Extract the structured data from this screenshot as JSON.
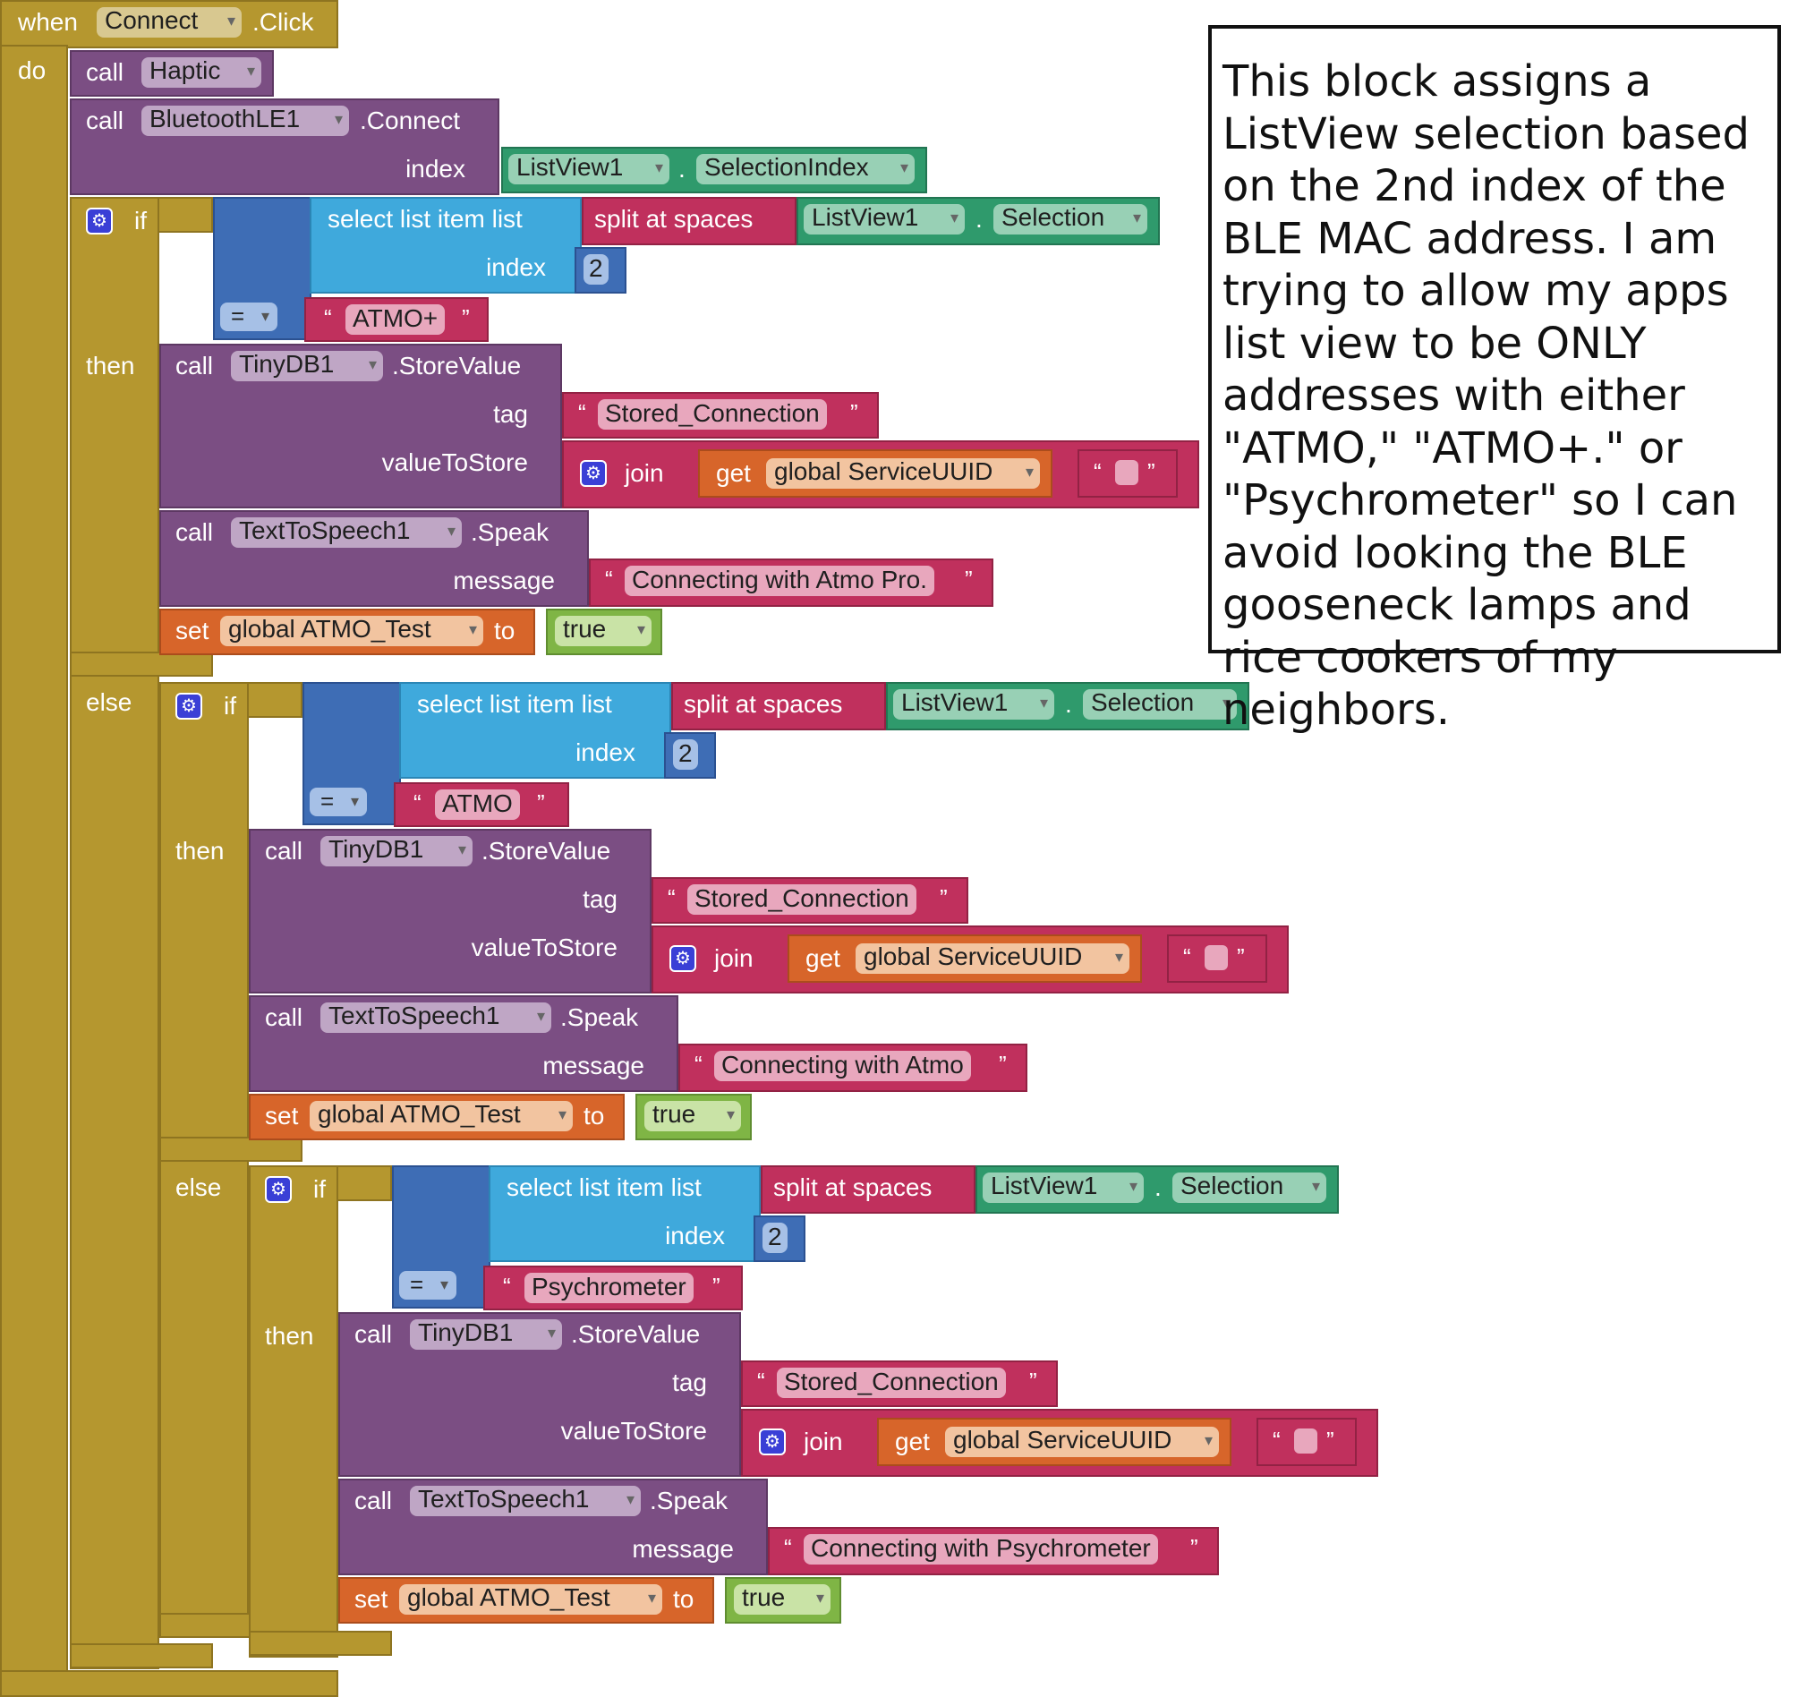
{
  "event": {
    "when": "when",
    "component": "Connect",
    "event": ".Click",
    "do": "do"
  },
  "kw": {
    "call": "call",
    "if": "if",
    "then": "then",
    "else": "else",
    "set": "set",
    "to": "to",
    "get": "get",
    "join": "join",
    "index": "index",
    "tag": "tag",
    "valueToStore": "valueToStore",
    "message": "message",
    "select": "select list item  list",
    "split": "split at spaces",
    "dot": ".",
    "eq": "=",
    "q_open": "“",
    "q_close": "”"
  },
  "comp": {
    "haptic": "Haptic",
    "ble": "BluetoothLE1",
    "connect": ".Connect",
    "listview": "ListView1",
    "sel_index": "SelectionIndex",
    "selection": "Selection",
    "tinydb": "TinyDB1",
    "store": ".StoreValue",
    "tts": "TextToSpeech1",
    "speak": ".Speak",
    "service": "global ServiceUUID",
    "atmo_test": "global ATMO_Test",
    "true": "true"
  },
  "branches": [
    {
      "number": "2",
      "match": "ATMO+",
      "tag": "Stored_Connection",
      "message": "Connecting with Atmo Pro."
    },
    {
      "number": "2",
      "match": "ATMO",
      "tag": "Stored_Connection",
      "message": "Connecting with Atmo"
    },
    {
      "number": "2",
      "match": "Psychrometer",
      "tag": "Stored_Connection",
      "message": "Connecting with Psychrometer"
    }
  ],
  "note": "This block assigns a ListView selection based on the 2nd index of the BLE MAC address.  I am trying to allow my apps list view to be ONLY addresses with either \"ATMO,\" \"ATMO+.\" or \"Psychrometer\" so I can avoid looking the BLE gooseneck lamps and rice cookers of my neighbors.",
  "colors": {
    "control": "#b5972f",
    "procedure": "#7b4e83",
    "list": "#3fa9dc",
    "logic_compare": "#3e6db5",
    "text": "#c0305d",
    "component": "#2f9a6c",
    "variable": "#d7652a",
    "boolean": "#7fb545"
  }
}
